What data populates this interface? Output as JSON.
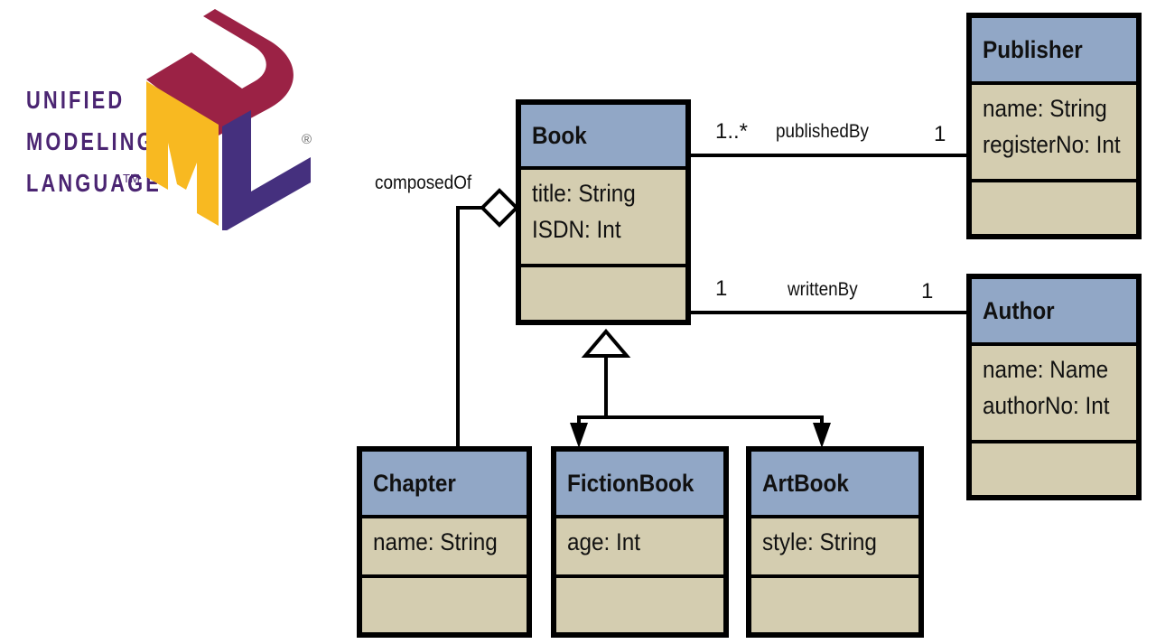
{
  "logo": {
    "text_lines": [
      "UNIFIED",
      "MODELING",
      "LANGUAGE"
    ],
    "trademark": "TM",
    "registered": "®",
    "letters": [
      "U",
      "M",
      "L"
    ],
    "colors": {
      "text": "#4b2572",
      "U": "#9b2245",
      "M": "#f8b921",
      "L": "#45307e"
    }
  },
  "classes": {
    "book": {
      "name": "Book",
      "attributes": [
        "title: String",
        "ISDN: Int"
      ]
    },
    "publisher": {
      "name": "Publisher",
      "attributes": [
        "name: String",
        "registerNo: Int"
      ]
    },
    "author": {
      "name": "Author",
      "attributes": [
        "name: Name",
        "authorNo: Int"
      ]
    },
    "chapter": {
      "name": "Chapter",
      "attributes": [
        "name: String"
      ]
    },
    "fiction_book": {
      "name": "FictionBook",
      "attributes": [
        "age: Int"
      ]
    },
    "art_book": {
      "name": "ArtBook",
      "attributes": [
        "style: String"
      ]
    }
  },
  "associations": {
    "published_by": {
      "label": "publishedBy",
      "source_multiplicity": "1..*",
      "target_multiplicity": "1"
    },
    "written_by": {
      "label": "writtenBy",
      "source_multiplicity": "1",
      "target_multiplicity": "1"
    },
    "composed_of": {
      "label": "composedOf"
    }
  },
  "colors": {
    "header": "#91a7c6",
    "body": "#d4cdb0",
    "border": "#000000"
  }
}
